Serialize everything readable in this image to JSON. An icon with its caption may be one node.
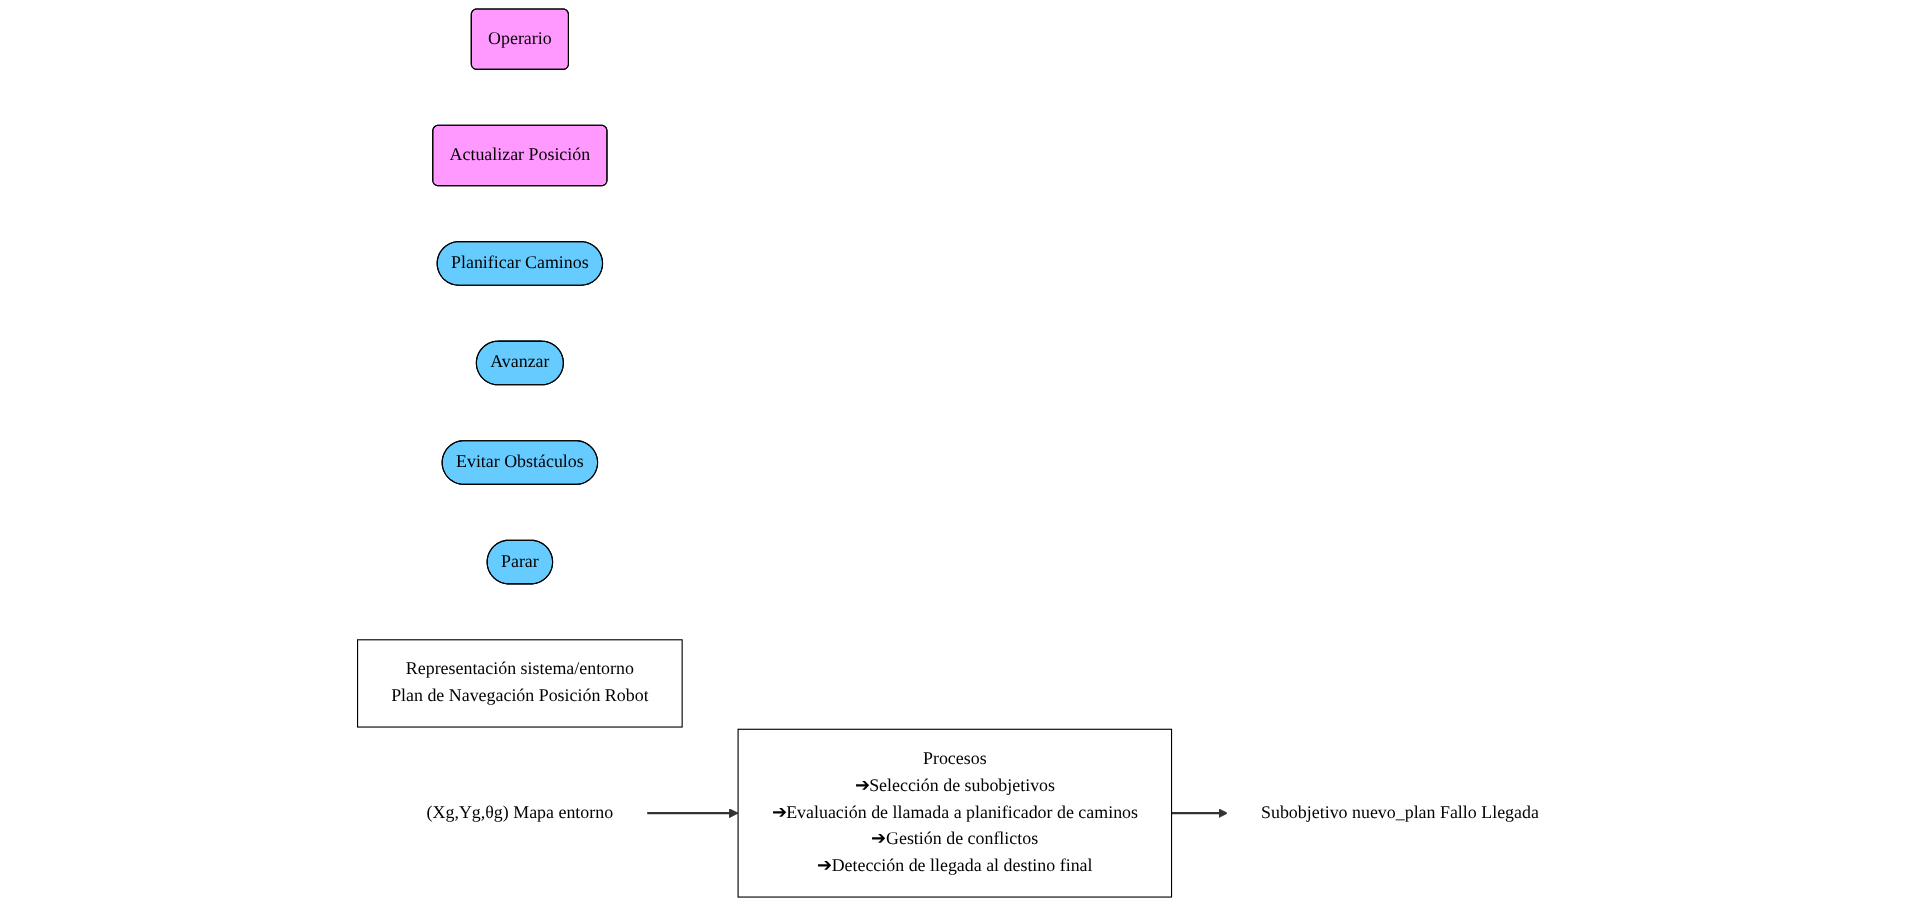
{
  "diagram": {
    "nodes": [
      {
        "text": [
          "Operario"
        ]
      },
      {
        "text": [
          "Actualizar Posición"
        ]
      },
      {
        "text": [
          "Planificar Caminos"
        ]
      },
      {
        "text": [
          "Avanzar"
        ]
      },
      {
        "text": [
          "Evitar Obstáculos"
        ]
      },
      {
        "text": [
          "Parar"
        ]
      },
      {
        "text": [
          "Representación sistema/entorno",
          "Plan de Navegación Posición Robot"
        ]
      },
      {
        "text": [
          "(Xg,Yg,θg) Mapa entorno"
        ]
      },
      {
        "text": [
          "Procesos",
          "➔Selección de subobjetivos",
          "➔Evaluación de llamada a planificador de caminos",
          "➔Gestión de conflictos",
          "➔Detección de llegada al destino final"
        ]
      },
      {
        "text": [
          "Subobjetivo nuevo_plan Fallo Llegada"
        ]
      }
    ],
    "edges": [
      {
        "from": 7,
        "to": 8,
        "arrow": "to"
      },
      {
        "from": 8,
        "to": 9,
        "arrow": "to"
      }
    ]
  }
}
